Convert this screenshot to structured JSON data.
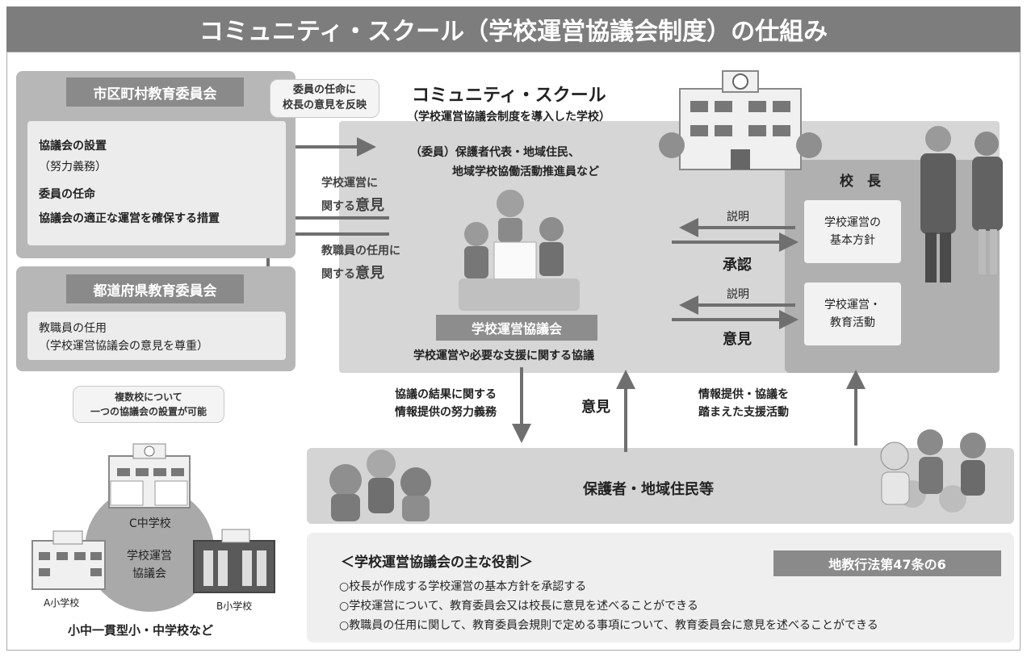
{
  "title": "コミュニティ・スクール（学校運営協議会制度）の仕組み",
  "municipal_board": {
    "header": "市区町村教育委員会",
    "items": [
      "協議会の設置",
      "（努力義務）",
      "委員の任命",
      "協議会の適正な運営を確保する措置"
    ]
  },
  "bubble_appointment": [
    "委員の任命に",
    "校長の意見を反映"
  ],
  "community_school": {
    "title": "コミュニティ・スクール",
    "subtitle": "（学校運営協議会制度を導入した学校）",
    "members_line1": "（委員）保護者代表・地域住民、",
    "members_line2": "地域学校協働活動推進員など"
  },
  "opinion_school_op": [
    "学校運営に",
    "関する",
    "意見"
  ],
  "opinion_staff": [
    "教職員の任用に",
    "関する",
    "意見"
  ],
  "prefectural_board": {
    "header": "都道府県教育委員会",
    "items": [
      "教職員の任用",
      "（学校運営協議会の意見を尊重）"
    ]
  },
  "council": {
    "label": "学校運営協議会",
    "caption": "学校運営や必要な支援に関する協議"
  },
  "principal": {
    "label": "校　長",
    "policy": [
      "学校運営の",
      "基本方針"
    ],
    "activities": [
      "学校運営・",
      "教育活動"
    ]
  },
  "arrows": {
    "explain1": "説明",
    "approve": "承認",
    "explain2": "説明",
    "opinion": "意見",
    "result_info": [
      "協議の結果に関する",
      "情報提供の努力義務"
    ],
    "opinion_up": "意見",
    "support": [
      "情報提供・協議を",
      "踏まえた支援活動"
    ]
  },
  "residents_label": "保護者・地域住民等",
  "multi_school": {
    "bubble": [
      "複数校について",
      "一つの協議会の設置が可能"
    ],
    "center": [
      "学校運営",
      "協議会"
    ],
    "c_school": "C中学校",
    "a_school": "A小学校",
    "b_school": "B小学校",
    "caption": "小中一貫型小・中学校など"
  },
  "roles": {
    "title": "＜学校運営協議会の主な役割＞",
    "law": "地教行法第47条の6",
    "items": [
      "○校長が作成する学校運営の基本方針を承認する",
      "○学校運営について、教育委員会又は校長に意見を述べることができる",
      "○教職員の任用に関して、教育委員会規則で定める事項について、教育委員会に意見を述べることができる"
    ]
  },
  "colors": {
    "title_bg": "#7d7d7d",
    "panel": "#b7b7b7",
    "header": "#8a8a8a",
    "arrow": "#6f6f6f",
    "inner": "#ececec"
  }
}
